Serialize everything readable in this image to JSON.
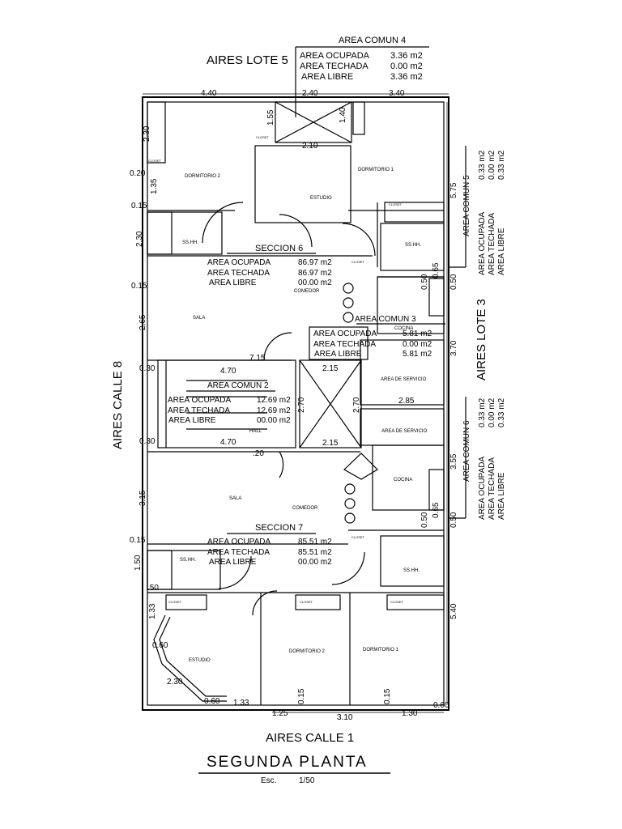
{
  "header": {
    "comun4_title": "AREA COMUN 4",
    "comun4_rows": [
      {
        "label": "AREA OCUPADA",
        "value": "3.36  m2"
      },
      {
        "label": "AREA TECHADA",
        "value": "0.00  m2"
      },
      {
        "label": "AREA LIBRE",
        "value": "3.36  m2"
      }
    ]
  },
  "boundaries": {
    "lote5": "AIRES LOTE 5",
    "lote3": "AIRES LOTE 3",
    "calle8": "AIRES CALLE 8",
    "calle1": "AIRES CALLE 1"
  },
  "seccion6": {
    "title": "SECCION  6",
    "rows": [
      {
        "label": "AREA OCUPADA",
        "value": "86.97  m2"
      },
      {
        "label": "AREA TECHADA",
        "value": "86.97  m2"
      },
      {
        "label": "AREA LIBRE",
        "value": "00.00  m2"
      }
    ]
  },
  "seccion7": {
    "title": "SECCION  7",
    "rows": [
      {
        "label": "AREA OCUPADA",
        "value": "85.51  m2"
      },
      {
        "label": "AREA TECHADA",
        "value": "85.51  m2"
      },
      {
        "label": "AREA LIBRE",
        "value": "00.00  m2"
      }
    ]
  },
  "comun3": {
    "title": "AREA COMUN 3",
    "rows": [
      {
        "label": "AREA OCUPADA",
        "value": "5.81  m2"
      },
      {
        "label": "AREA TECHADA",
        "value": "0.00  m2"
      },
      {
        "label": "AREA LIBRE",
        "value": "5.81  m2"
      }
    ]
  },
  "comun2": {
    "title": "AREA COMUN 2",
    "rows": [
      {
        "label": "AREA OCUPADA",
        "value": "12.69  m2"
      },
      {
        "label": "AREA TECHADA",
        "value": "12.69  m2"
      },
      {
        "label": "AREA LIBRE",
        "value": "00.00  m2"
      }
    ]
  },
  "comun5": {
    "title": "AREA COMUN 5",
    "rows": [
      {
        "label": "AREA OCUPADA",
        "value": "0.33  m2"
      },
      {
        "label": "AREA TECHADA",
        "value": "0.00  m2"
      },
      {
        "label": "AREA LIBRE",
        "value": "0.33  m2"
      }
    ]
  },
  "comun6": {
    "title": "AREA COMUN 6",
    "rows": [
      {
        "label": "AREA OCUPADA",
        "value": "0.33  m2"
      },
      {
        "label": "AREA TECHADA",
        "value": "0.00  m2"
      },
      {
        "label": "AREA LIBRE",
        "value": "0.33  m2"
      }
    ]
  },
  "rooms": {
    "dormitorio2_top": "DORMITORIO 2",
    "dormitorio1_top": "DORMITORIO 1",
    "estudio_top": "ESTUDIO",
    "sshh": "SS.HH.",
    "sala": "SALA",
    "comedor": "COMEDOR",
    "cocina": "COCINA",
    "area_servicio": "AREA DE SERVICIO",
    "hall": "HALL",
    "estudio_bottom": "ESTUDIO",
    "dormitorio2_bottom": "DORMITORIO 2",
    "dormitorio1_bottom": "DORMITORIO 1",
    "closet": "CLOSET"
  },
  "dims": {
    "d440": "4.40",
    "d240": "2.40",
    "d340": "3.40",
    "d230": "2.30",
    "d155": "1.55",
    "d140": "1.40",
    "d210": "2.10",
    "d020": "0.20",
    "d135": "1.35",
    "d015": "0.15",
    "d575": "5.75",
    "d265": "2.65",
    "d715": "7.15",
    "d470": "4.70",
    "d215": "2.15",
    "d030": "0.30",
    "d270": "2.70",
    "d285": "2.85",
    "d370": "3.70",
    "d065": "0.65",
    "d050": "0.50",
    "d355": "3.55",
    "d120": ".20",
    "d315": "3.15",
    "d150": "1.50",
    "d133": "1.33",
    "d060": "0.60",
    "d125": "1.25",
    "d310": "3.10",
    "d130": "1.30",
    "d540": "5.40",
    "d_050": ".50"
  },
  "footer": {
    "title": "SEGUNDA    PLANTA",
    "scale_label": "Esc.",
    "scale_value": "1/50"
  }
}
